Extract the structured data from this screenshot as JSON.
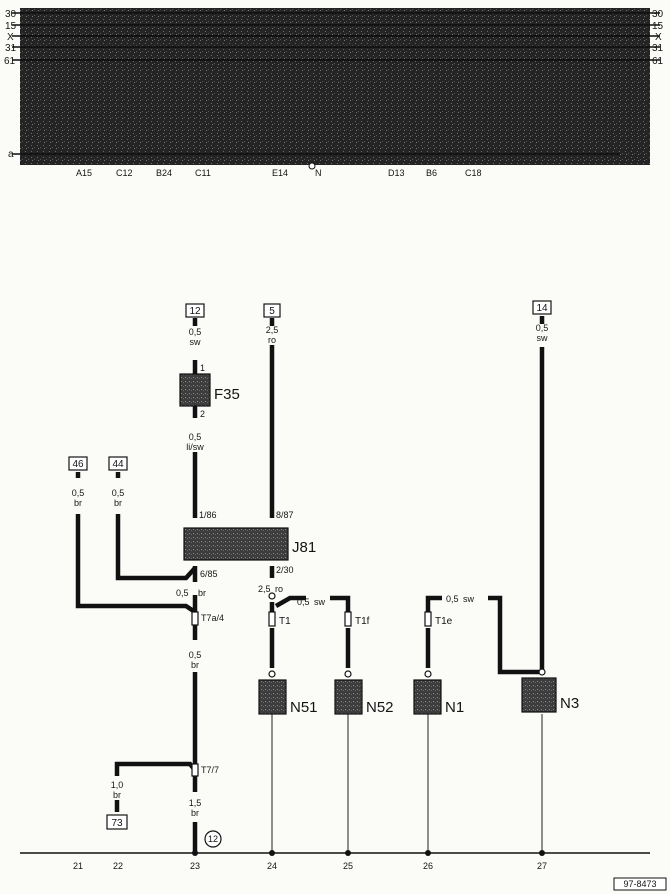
{
  "bus_labels": [
    "30",
    "15",
    "X",
    "31",
    "61",
    "a"
  ],
  "bus_labels_right": [
    "30",
    "15",
    "X",
    "31",
    "61"
  ],
  "top_contacts": [
    "A15",
    "C12",
    "B24",
    "C11",
    "E14",
    "N",
    "D13",
    "B6",
    "C18"
  ],
  "ref_boxes": {
    "r12": "12",
    "r5": "5",
    "r14": "14",
    "r46": "46",
    "r44": "44",
    "r73": "73"
  },
  "wires": {
    "w12": {
      "size": "0,5",
      "color": "sw"
    },
    "w5": {
      "size": "2,5",
      "color": "ro"
    },
    "w14": {
      "size": "0,5",
      "color": "sw"
    },
    "w46": {
      "size": "0,5",
      "color": "br"
    },
    "w44": {
      "size": "0,5",
      "color": "br"
    },
    "wF35": {
      "size": "0,5",
      "color": "li/sw"
    },
    "wJ81_out": {
      "size": "0,5",
      "color": "br"
    },
    "wJ81_230": {
      "size": "2,5",
      "color": "ro"
    },
    "wT1": {
      "size": "0,5",
      "color": "sw"
    },
    "wT1e": {
      "size": "0,5",
      "color": "sw"
    },
    "wT7a4": {
      "size": "0,5",
      "color": "br"
    },
    "w73": {
      "size": "1,0",
      "color": "br"
    },
    "wT77": {
      "size": "1,5",
      "color": "br"
    }
  },
  "pins": {
    "f35_top": "1",
    "f35_bottom": "2",
    "j81_186": "1/86",
    "j81_887": "8/87",
    "j81_685": "6/85",
    "j81_230": "2/30"
  },
  "components": {
    "F35": "F35",
    "J81": "J81",
    "N51": "N51",
    "N52": "N52",
    "N1": "N1",
    "N3": "N3"
  },
  "connectors": {
    "T7a4": "T7a/4",
    "T77": "T7/7",
    "T1": "T1",
    "T1f": "T1f",
    "T1e": "T1e"
  },
  "ground_ref": "12",
  "bottom_numbers": [
    "21",
    "22",
    "23",
    "24",
    "25",
    "26",
    "27"
  ],
  "drawing_code": "97-8473"
}
